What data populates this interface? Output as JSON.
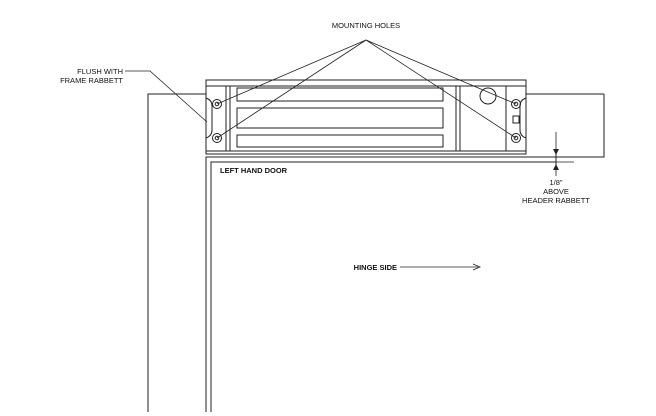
{
  "labels": {
    "mounting_holes": "MOUNTING HOLES",
    "flush_with_line1": "FLUSH WITH",
    "flush_with_line2": "FRAME RABBETT",
    "left_hand_door": "LEFT HAND DOOR",
    "hinge_side": "HINGE SIDE",
    "above_line1": "1/8\"",
    "above_line2": "ABOVE",
    "above_line3": "HEADER RABBETT"
  },
  "colors": {
    "line": "#222222",
    "background": "#ffffff"
  }
}
